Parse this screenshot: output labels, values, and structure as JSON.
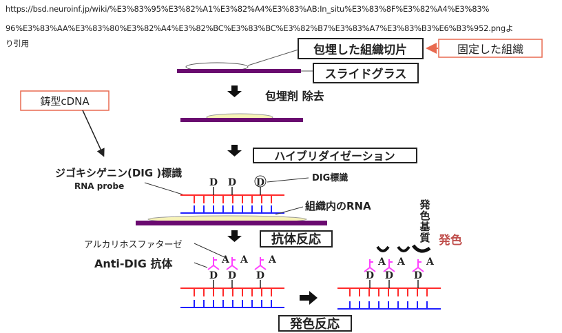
{
  "source": {
    "line1": "https://bsd.neuroinf.jp/wiki/%E3%83%95%E3%82%A1%E3%82%A4%E3%83%AB:In_situ%E3%83%8F%E3%82%A4%E3%83%",
    "line2": "96%E3%83%AA%E3%83%80%E3%82%A4%E3%82%BC%E3%83%BC%E3%82%B7%E3%83%A7%E3%83%B3%E6%B3%952.pngよ",
    "line3": "り引用"
  },
  "labels": {
    "embedded_section": "包埋した組織切片",
    "fixed_tissue": "固定した組織",
    "slide_glass": "スライドグラス",
    "remove_embedding": "包埋剤 除去",
    "template_cdna": "鋳型cDNA",
    "hybridization": "ハイブリダイゼーション",
    "dig_probe_line1": "ジゴキシゲニン(DIG )標識",
    "dig_probe_line2": "RNA probe",
    "dig_label": "DIG標識",
    "tissue_rna": "組織内のRNA",
    "antibody_reaction": "抗体反応",
    "alkaline_phosphatase": "アルカリホスファターゼ",
    "anti_dig": "Anti-DIG 抗体",
    "substrate": [
      "発",
      "色",
      "基",
      "質"
    ],
    "color_dev": "発色",
    "color_reaction": "発色反応",
    "d": "D",
    "a": "A"
  },
  "colors": {
    "probe": "#ff2a2a",
    "rna": "#2020ff",
    "slide": "#6a0a70",
    "tissue": "#f7f3b8",
    "antibody": "#ff40ff",
    "callout": "#e86a50",
    "color_text": "#c0504d"
  }
}
